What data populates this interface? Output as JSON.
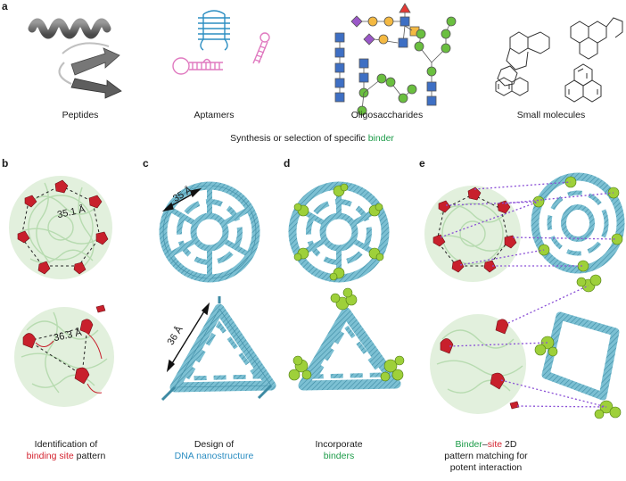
{
  "panels": {
    "a": {
      "letter": "a",
      "categories": [
        "Peptides",
        "Aptamers",
        "Oligosaccharides",
        "Small molecules"
      ],
      "caption_prefix": "Synthesis or selection of specific ",
      "caption_highlight": "binder"
    },
    "b": {
      "letter": "b",
      "top_distance": "35.1 Å",
      "bottom_distance": "36.3 Å",
      "caption_line1": "Identification of",
      "caption_highlight": "binding site",
      "caption_suffix": " pattern"
    },
    "c": {
      "letter": "c",
      "top_distance": "35 Å",
      "bottom_distance": "36 Å",
      "caption_line1": "Design of",
      "caption_highlight": "DNA nanostructure"
    },
    "d": {
      "letter": "d",
      "caption_line1": "Incorporate",
      "caption_highlight": "binders"
    },
    "e": {
      "letter": "e",
      "caption_green": "Binder",
      "caption_dash": "–",
      "caption_red": "site",
      "caption_rest": " 2D",
      "caption_line2": "pattern matching for",
      "caption_line3": "potent interaction"
    }
  },
  "colors": {
    "protein": "#c8e3c0",
    "site": "#d4232f",
    "dna": "#7cc0d3",
    "dna_stroke": "#3d8aa3",
    "binder": "#9ed03a",
    "binder_stroke": "#4d7a12",
    "pattern_line": "#8a4fd6",
    "aptamer": "#e07ac0",
    "glycan_blue": "#3e6fc4",
    "glycan_green": "#6abf3f",
    "glycan_yellow": "#f4b942",
    "glycan_purple": "#9a57c8",
    "glycan_red": "#e53935"
  }
}
